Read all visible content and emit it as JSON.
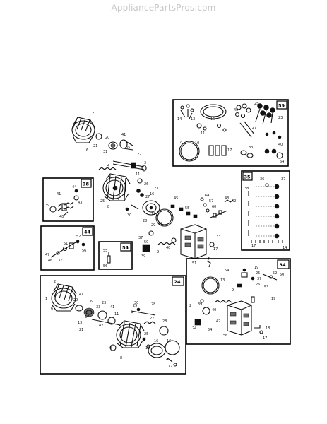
{
  "header": {
    "watermark": "AppliancePartsPros.com"
  },
  "insets": [
    {
      "label": "59"
    },
    {
      "label": "35"
    },
    {
      "label": "38"
    },
    {
      "label": "44"
    },
    {
      "label": "54"
    },
    {
      "label": "24"
    },
    {
      "label": "34"
    }
  ],
  "callouts": [
    "1",
    "2",
    "6",
    "20",
    "41",
    "35",
    "31",
    "21",
    "22",
    "4",
    "3",
    "11",
    "8",
    "25",
    "26",
    "27",
    "23",
    "16",
    "30",
    "28",
    "29",
    "37",
    "50",
    "39",
    "9",
    "40",
    "45",
    "55",
    "64",
    "57",
    "60",
    "43",
    "42",
    "33",
    "17",
    "51",
    "19",
    "13",
    "53",
    "49",
    "56",
    "14",
    "36",
    "12",
    "10",
    "7",
    "5",
    "15",
    "18"
  ]
}
